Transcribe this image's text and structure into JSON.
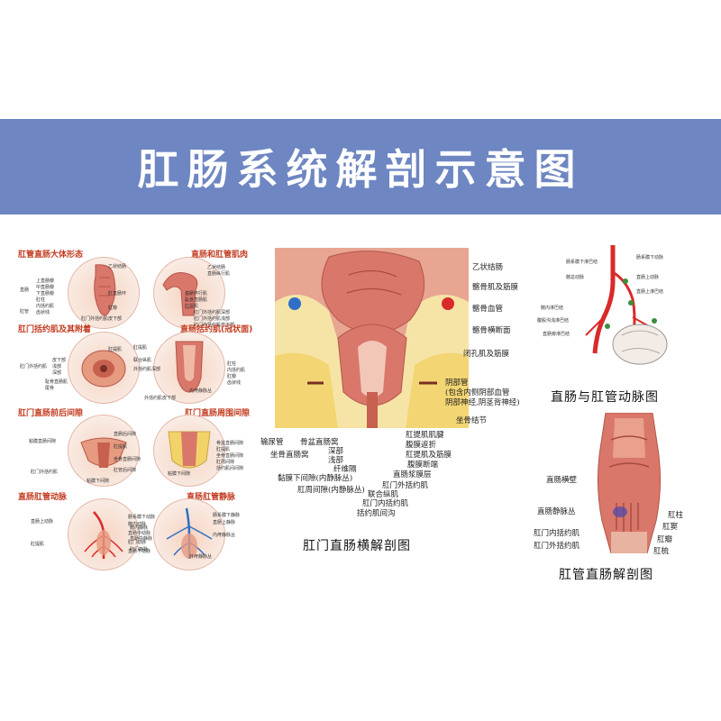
{
  "title": "肛肠系统解剖示意图",
  "small_panels": [
    {
      "title": "肛管直肠大体形态",
      "labels": [
        "乙状结肠",
        "直肠",
        "上直肠瓣",
        "中直肠瓣",
        "下直肠瓣",
        "肛柱",
        "肛直肠环",
        "内括约肌",
        "肛管",
        "齿状线",
        "肛瓣",
        "肛门外括约肌皮下部"
      ]
    },
    {
      "title": "直肠和肛管肌肉",
      "labels": [
        "乙状结肠",
        "直肠纵行肌",
        "直肠环行肌",
        "耻骨直肠肌",
        "肛提肌",
        "肛门外括约肌深部",
        "肛门外括约肌浅部",
        "肛门外括约肌皮下部"
      ]
    },
    {
      "title": "肛门括约肌及其附着",
      "labels": [
        "肛门外括约肌",
        "皮下部",
        "浅部",
        "深部",
        "肛提肌",
        "耻骨直肠肌",
        "尾骨"
      ]
    },
    {
      "title": "直肠括约肌(冠状面)",
      "labels": [
        "肛提肌",
        "肛柱",
        "内括约肌",
        "联合纵肌",
        "外括约肌深部",
        "肛瓣",
        "齿状线",
        "内痔静脉丛",
        "外括约肌皮下部"
      ]
    },
    {
      "title": "肛门直肠前后间隙",
      "labels": [
        "粘膜直肠间隙",
        "直肠后间隙",
        "肛提肌",
        "肛门外括约肌",
        "坐骨直肠间隙",
        "肛管后间隙",
        "粘膜下间隙"
      ]
    },
    {
      "title": "肛门直肠周围间隙",
      "labels": [
        "骨盆直肠间隙",
        "肛提肌",
        "坐骨直肠间隙",
        "肛周间隙",
        "括约肌间间隙",
        "粘膜下间隙"
      ]
    },
    {
      "title": "直肠肛管动脉",
      "labels": [
        "肠系膜下动脉",
        "直肠上动脉",
        "髂内动脉",
        "直肠中动脉",
        "肛门动脉",
        "直肠下动脉",
        "肛提肌"
      ]
    },
    {
      "title": "直肠肛管静脉",
      "labels": [
        "肠系膜下静脉",
        "直肠上静脉",
        "髂内静脉",
        "直肠中静脉",
        "内痔静脉丛",
        "肛门静脉",
        "外痔静脉丛"
      ]
    }
  ],
  "center_figure": {
    "caption": "肛门直肠横解剖图",
    "right_labels": [
      "乙状结肠",
      "髂骨肌及筋膜",
      "髂骨血管",
      "髂骨横断面",
      "闭孔肌及筋膜",
      "阴部管",
      "(包含内侧阴部血管",
      "阴部神经,阴茎背神经)",
      "坐骨结节"
    ],
    "left_labels": [
      "输尿管",
      "骨盆直肠窝",
      "坐骨直肠窝",
      "深部",
      "浅部",
      "纤维隔",
      "黏膜下间隙(内静脉丛)",
      "肛周间隙(内静脉丛)"
    ],
    "bottom_labels": [
      "肛提肌肌腱",
      "腹膜返折",
      "肛提肌及筋膜",
      "腹膜断端",
      "直肠浆膜层",
      "肛门外括约肌",
      "联合纵肌",
      "肛门内括约肌",
      "括约肌间沟"
    ]
  },
  "artery_figure": {
    "caption": "直肠与肛管动脉图",
    "labels": [
      "肠系膜下动脉",
      "肠系膜下淋巴结",
      "髂总动脉",
      "直肠上动脉",
      "直肠上淋巴结",
      "髂内淋巴结",
      "腹股沟浅淋巴结",
      "直肠旁淋巴结"
    ]
  },
  "canal_figure": {
    "caption": "肛管直肠解剖图",
    "left_labels": [
      "直肠横壁",
      "直肠静脉丛",
      "肛门内括约肌",
      "肛门外括约肌"
    ],
    "right_labels": [
      "肛柱",
      "肛窦",
      "肛瓣",
      "肛梳"
    ]
  },
  "colors": {
    "banner": "#6e86c2",
    "panel_title": "#c23a1e",
    "tissue": "#d9776a",
    "fat": "#f2d36a",
    "artery": "#d92a2a",
    "vein": "#2f6fc6"
  }
}
